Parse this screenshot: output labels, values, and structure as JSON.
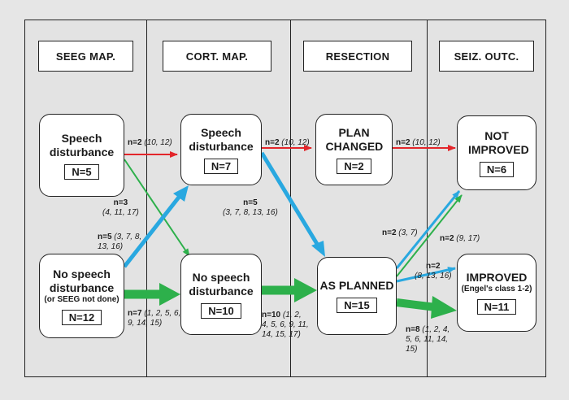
{
  "columns": [
    "SEEG MAP.",
    "CORT. MAP.",
    "RESECTION",
    "SEIZ. OUTC."
  ],
  "nodes": {
    "seeg_speech": {
      "title": "Speech disturbance",
      "n": "N=5"
    },
    "seeg_no": {
      "title": "No speech disturbance",
      "sub": "(or SEEG not done)",
      "n": "N=12"
    },
    "cort_speech": {
      "title": "Speech disturbance",
      "n": "N=7"
    },
    "cort_no": {
      "title": "No speech disturbance",
      "n": "N=10"
    },
    "res_changed": {
      "title": "PLAN CHANGED",
      "n": "N=2"
    },
    "res_planned": {
      "title": "AS PLANNED",
      "n": "N=15"
    },
    "out_not": {
      "title": "NOT IMPROVED",
      "n": "N=6"
    },
    "out_improved": {
      "title": "IMPROVED",
      "sub": "(Engel's class 1-2)",
      "n": "N=11"
    }
  },
  "flows": [
    {
      "id": "f1",
      "n": "n=2",
      "cases": "(10, 12)",
      "color": "#e3262b"
    },
    {
      "id": "f2",
      "n": "n=3",
      "cases": "(4, 11, 17)",
      "color": "#2db04b"
    },
    {
      "id": "f3",
      "n": "n=5",
      "cases": "(3, 7, 8, 13, 16)",
      "color": "#29a8e0"
    },
    {
      "id": "f4",
      "n": "n=7",
      "cases": "(1, 2, 5, 6, 9, 14, 15)",
      "color": "#2db04b"
    },
    {
      "id": "f5",
      "n": "n=2",
      "cases": "(10, 12)",
      "color": "#e3262b"
    },
    {
      "id": "f6",
      "n": "n=5",
      "cases": "(3, 7, 8, 13, 16)",
      "color": "#29a8e0"
    },
    {
      "id": "f7",
      "n": "n=10",
      "cases": "(1, 2, 4, 5, 6, 9, 11, 14, 15, 17)",
      "color": "#2db04b"
    },
    {
      "id": "f8",
      "n": "n=2",
      "cases": "(10, 12)",
      "color": "#e3262b"
    },
    {
      "id": "f9",
      "n": "n=2",
      "cases": "(3, 7)",
      "color": "#29a8e0"
    },
    {
      "id": "f10",
      "n": "n=2",
      "cases": "(9, 17)",
      "color": "#2db04b"
    },
    {
      "id": "f11",
      "n": "n=2",
      "cases": "(8, 13, 16)",
      "color": "#29a8e0"
    },
    {
      "id": "f12",
      "n": "n=8",
      "cases": "(1, 2, 4, 5, 6, 11, 14, 15)",
      "color": "#2db04b"
    }
  ]
}
